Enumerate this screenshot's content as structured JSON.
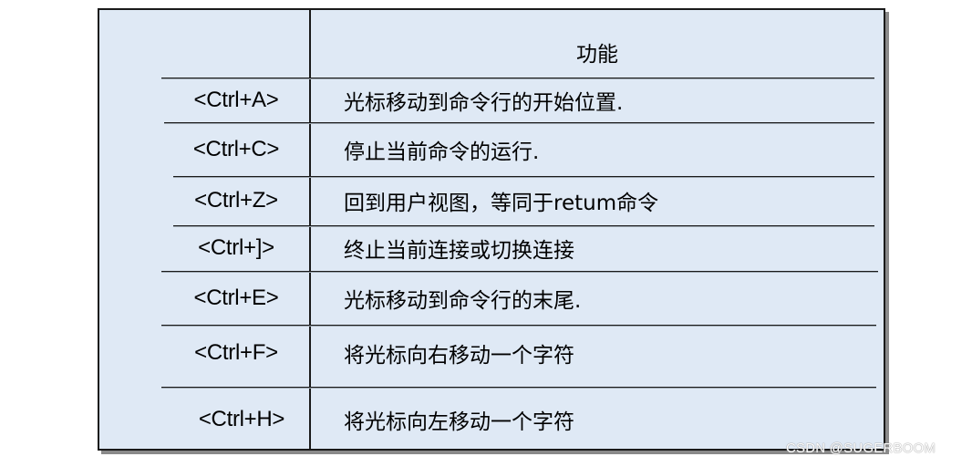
{
  "table": {
    "header_function": "功能",
    "rows": [
      {
        "key": "<Ctrl+A>",
        "description": "光标移动到命令行的开始位置."
      },
      {
        "key": "<Ctrl+C>",
        "description": "停止当前命令的运行."
      },
      {
        "key": "<Ctrl+Z>",
        "description": "回到用户视图，等同于retum命令"
      },
      {
        "key": "<Ctrl+]>",
        "description": "终止当前连接或切换连接"
      },
      {
        "key": "<Ctrl+E>",
        "description": "光标移动到命令行的末尾."
      },
      {
        "key": "<Ctrl+F>",
        "description": "将光标向右移动一个字符"
      },
      {
        "key": "<Ctrl+H>",
        "description": "将光标向左移动一个字符"
      }
    ]
  },
  "watermark": "CSDN @SUGERBOOM",
  "colors": {
    "table_background": "#dfe9f5",
    "border": "#1a1a1a"
  }
}
